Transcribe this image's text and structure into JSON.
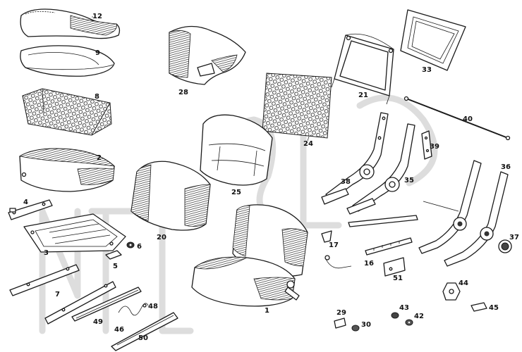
{
  "labels": {
    "p1": "1",
    "p2": "2",
    "p3": "3",
    "p4": "4",
    "p5": "5",
    "p6": "6",
    "p7": "7",
    "p8": "8",
    "p9": "9",
    "p12": "12",
    "p16": "16",
    "p17": "17",
    "p20": "20",
    "p21": "21",
    "p24": "24",
    "p25": "25",
    "p28": "28",
    "p29": "29",
    "p30": "30",
    "p33": "33",
    "p35": "35",
    "p36": "36",
    "p37": "37",
    "p38": "38",
    "p39": "39",
    "p40": "40",
    "p42": "42",
    "p43": "43",
    "p44": "44",
    "p45": "45",
    "p46": "46",
    "p48": "48",
    "p49": "49",
    "p50": "50",
    "p51": "51"
  },
  "colors": {
    "line": "#1a1a1a",
    "stripe": "#333333",
    "watermark": "#cfcfcf",
    "background": "#ffffff"
  }
}
